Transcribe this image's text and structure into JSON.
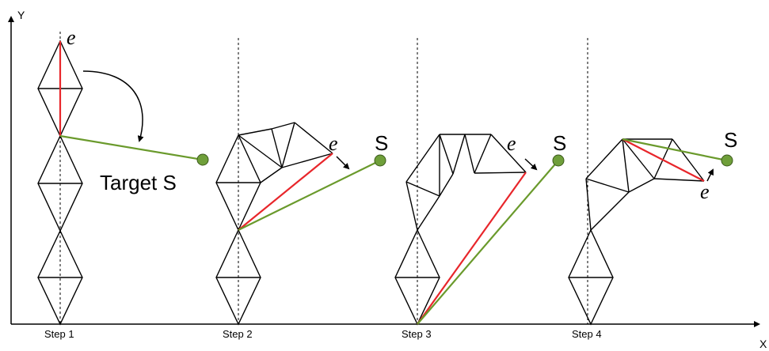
{
  "axes": {
    "x_label": "X",
    "y_label": "Y"
  },
  "steps": [
    {
      "label": "Step 1",
      "target_label": "Target S",
      "end_label": "e"
    },
    {
      "label": "Step 2",
      "target_label": "S",
      "end_label": "e"
    },
    {
      "label": "Step 3",
      "target_label": "S",
      "end_label": "e"
    },
    {
      "label": "Step 4",
      "target_label": "S",
      "end_label": "e"
    }
  ],
  "colors": {
    "structure": "#000000",
    "end_link": "#e8262b",
    "target_line": "#6a9a2c",
    "target_point": "#6f9f3a"
  }
}
